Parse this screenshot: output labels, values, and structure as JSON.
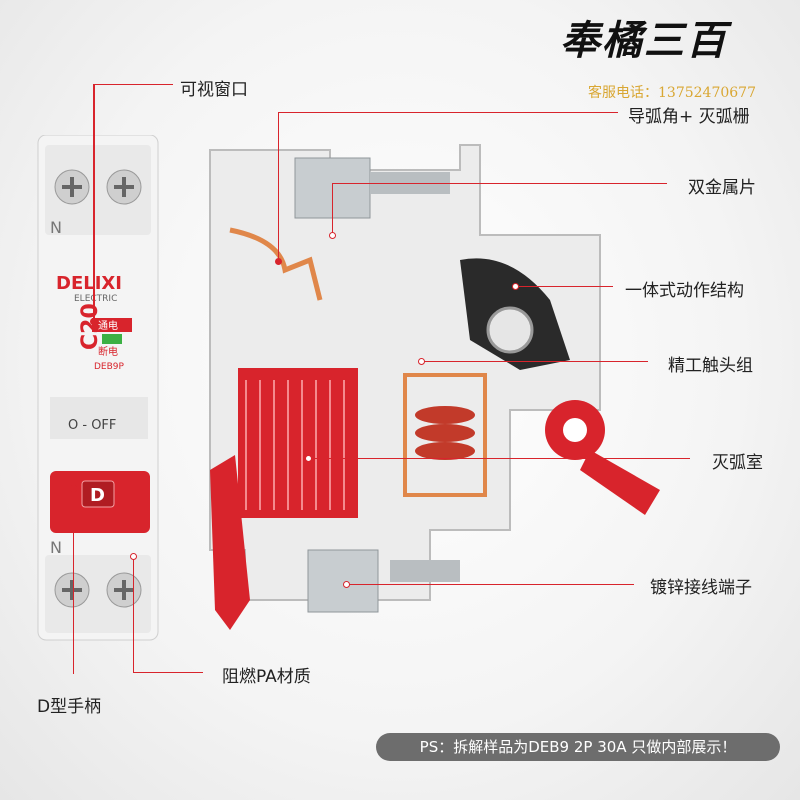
{
  "brand": {
    "name": "奉橘三百",
    "service": "客服电话：13752470677"
  },
  "callouts": {
    "viewing_window": "可视窗口",
    "arc_horn": "导弧角+ 灭弧栅",
    "bimetal": "双金属片",
    "mechanism": "一体式动作结构",
    "contacts": "精工触头组",
    "arc_chamber": "灭弧室",
    "terminal": "镀锌接线端子",
    "housing": "阻燃PA材质",
    "handle": "D型手柄"
  },
  "breaker": {
    "logo": "DELIXI",
    "logo_sub": "ELECTRIC",
    "rating": "C20",
    "status_on": "通电",
    "status_off": "断电",
    "model": "DEB9P",
    "toggle_label": "O - OFF",
    "handle_letter": "D",
    "top_terminal": "N",
    "bottom_terminal": "N"
  },
  "note": "PS：拆解样品为DEB9 2P 30A 只做内部展示！",
  "colors": {
    "accent": "#d8242c",
    "housing": "#f2f2f2"
  }
}
